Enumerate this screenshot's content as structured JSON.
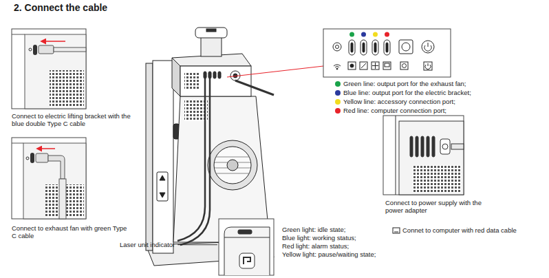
{
  "diagram": {
    "title": "2. Connect the cable",
    "labels": [
      "Connect to electric lifting bracket with the blue double Type C cable",
      "Connect to exhaust fan with green Type C cable",
      "Laser unit indicator",
      "Green light: idle state;",
      "Blue light: working status;",
      "Red light: alarm status;",
      "Yellow light: pause/waiting state;",
      "Connect to power supply with the power adapter",
      "Connet to computer with red data cable"
    ],
    "legend": [
      {
        "text": "Green line: output port for the exhaust fan;",
        "color": "#1aa34a"
      },
      {
        "text": "Blue line: output port for the electric bracket;",
        "color": "#2b3a9e"
      },
      {
        "text": "Yellow line: accessory connection port;",
        "color": "#f2dc1f"
      },
      {
        "text": "Red line: computer connection port;",
        "color": "#e8232a"
      }
    ]
  }
}
